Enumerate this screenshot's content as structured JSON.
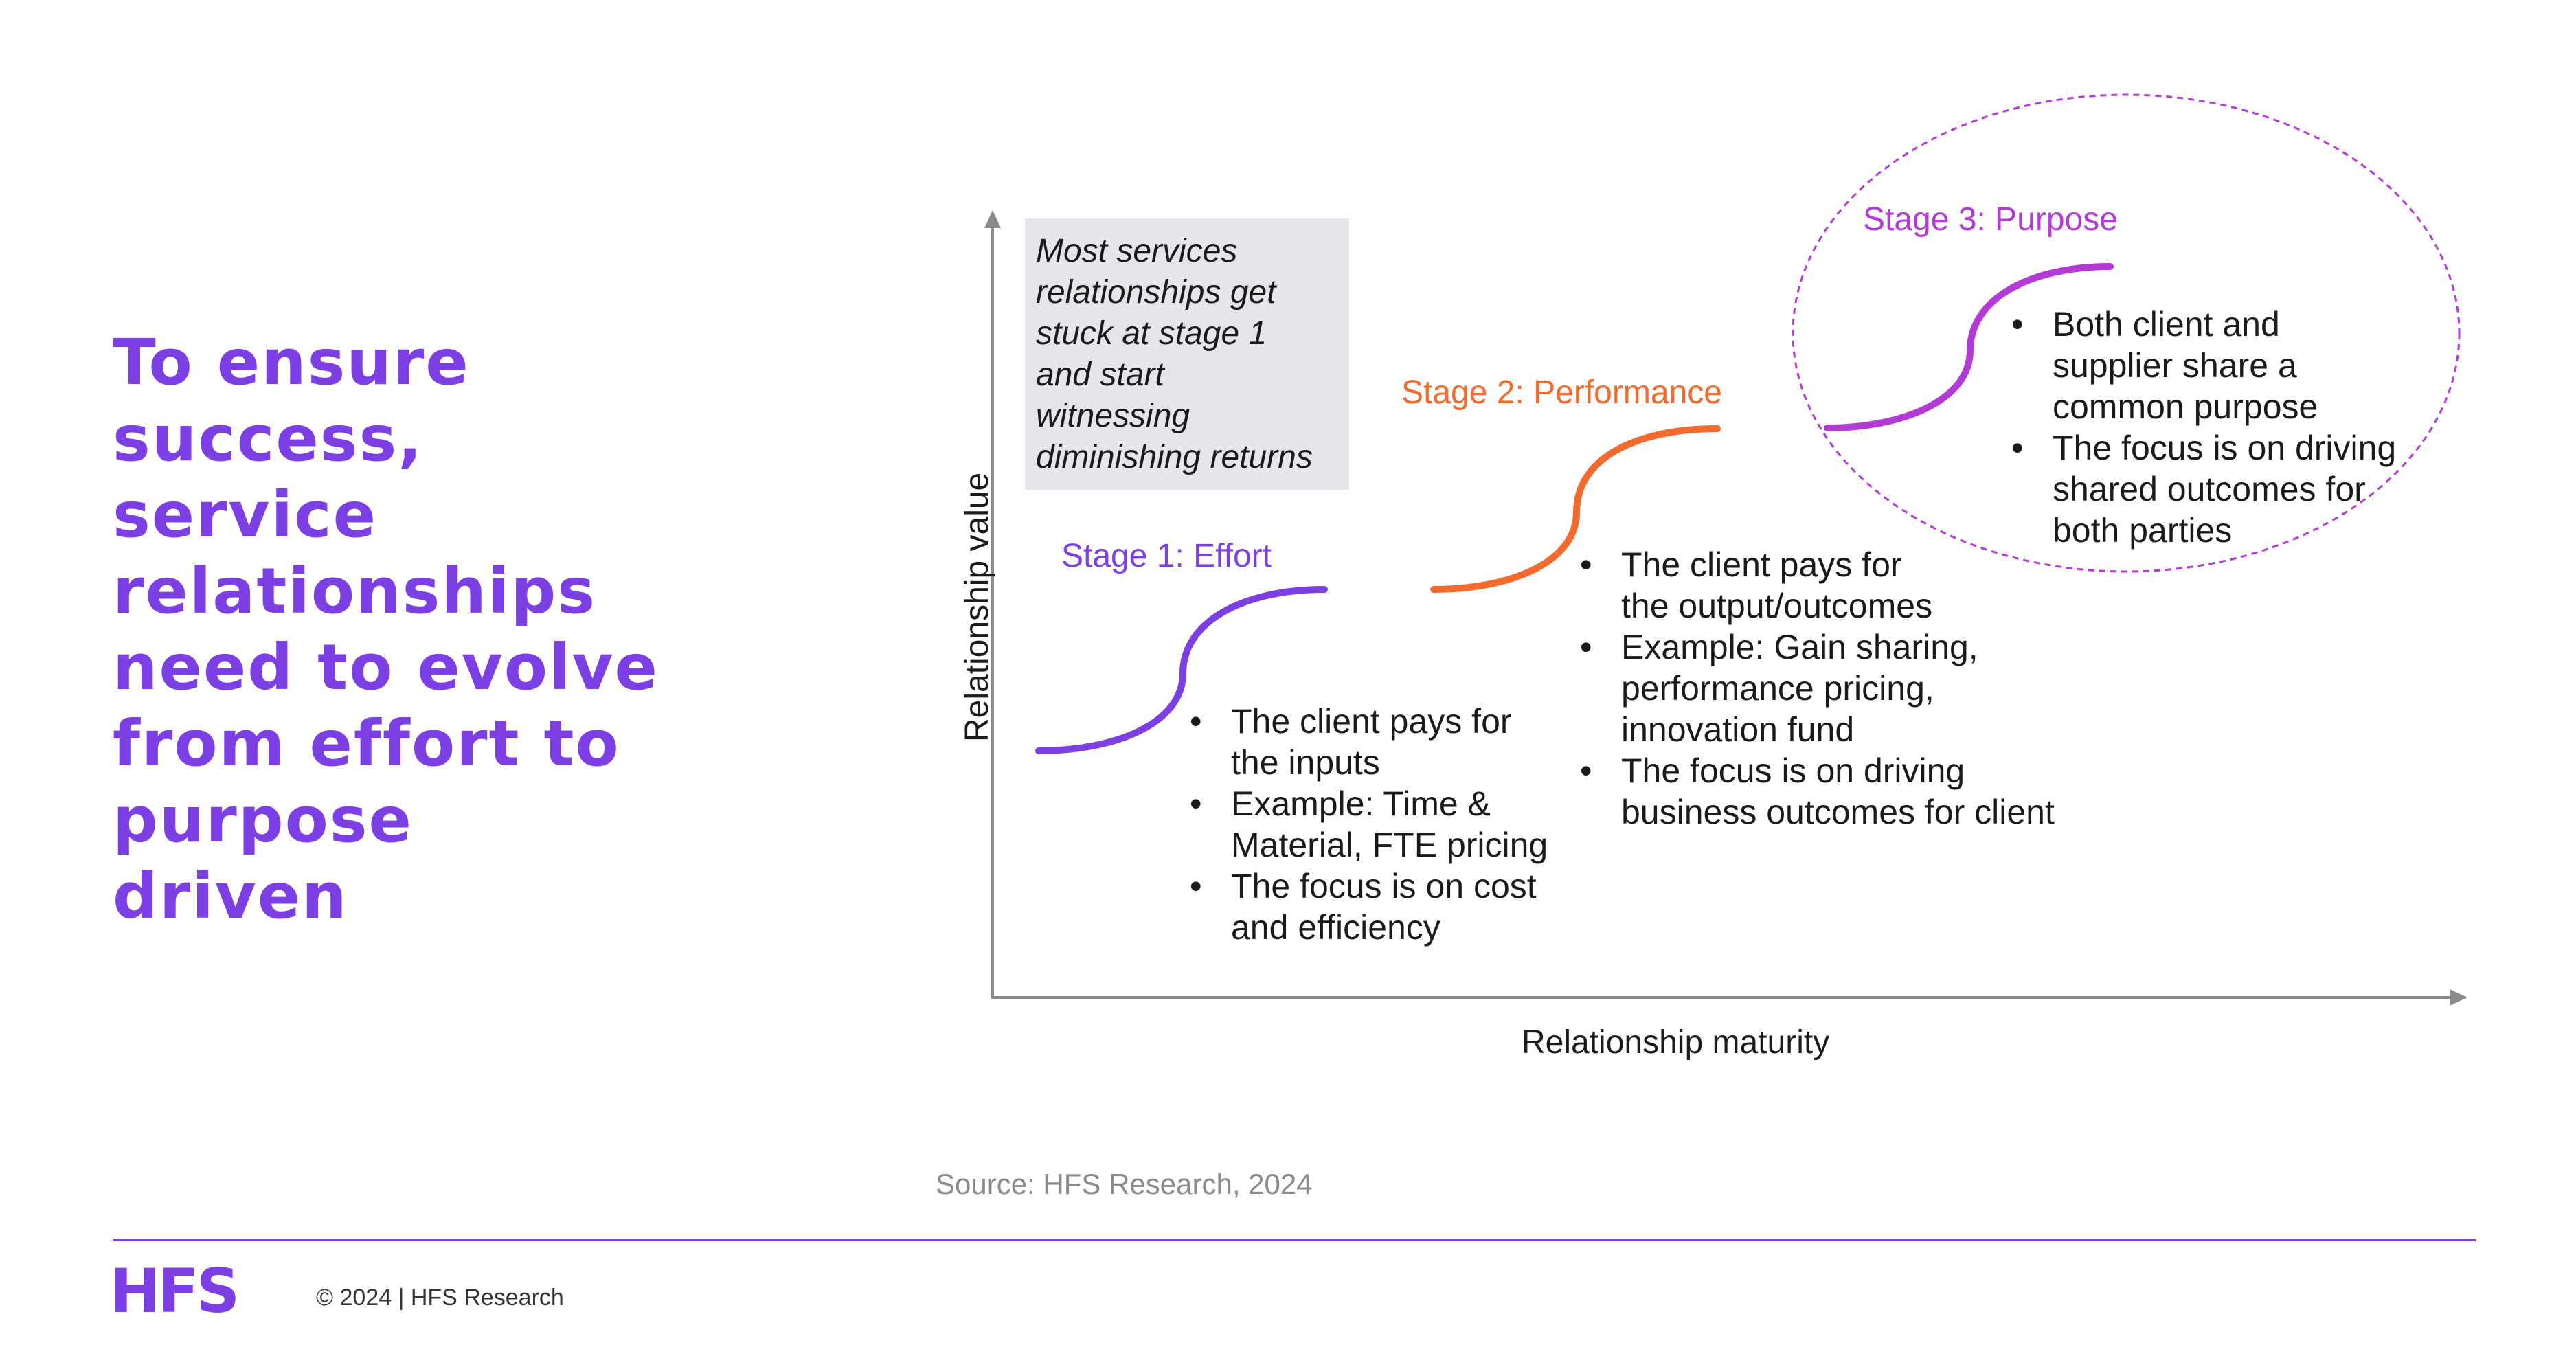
{
  "headline": {
    "lines": [
      "To ensure",
      "success,",
      "service",
      "relationships",
      "need to evolve",
      "from effort to",
      "purpose",
      "driven"
    ]
  },
  "callout": {
    "lines": [
      "Most services",
      "relationships get",
      "stuck at stage 1",
      "and start",
      "witnessing",
      "diminishing returns"
    ]
  },
  "axes": {
    "y_label": "Relationship value",
    "x_label": "Relationship maturity"
  },
  "stages": [
    {
      "title": "Stage 1: Effort",
      "color": "#7b3fe4",
      "bullets": [
        [
          "The client pays for",
          "the inputs"
        ],
        [
          "Example: Time &",
          "Material, FTE pricing"
        ],
        [
          "The focus is on cost",
          "and efficiency"
        ]
      ]
    },
    {
      "title": "Stage 2: Performance",
      "color": "#f26a2e",
      "bullets": [
        [
          "The client pays for",
          "the output/outcomes"
        ],
        [
          "Example: Gain sharing,",
          "performance pricing,",
          "innovation fund"
        ],
        [
          "The focus is on driving",
          "business outcomes for client"
        ]
      ]
    },
    {
      "title": "Stage 3: Purpose",
      "color": "#b23bd6",
      "bullets": [
        [
          "Both client and",
          "supplier share a",
          "common purpose"
        ],
        [
          "The focus is on driving",
          "shared outcomes for",
          "both parties"
        ]
      ]
    }
  ],
  "source": "Source: HFS Research, 2024",
  "footer": {
    "logo": "HFS",
    "copyright": "© 2024 | HFS Research"
  },
  "colors": {
    "accent": "#7b3fe4",
    "axis": "#8a8a8a",
    "callout_bg": "#e4e6e9"
  }
}
